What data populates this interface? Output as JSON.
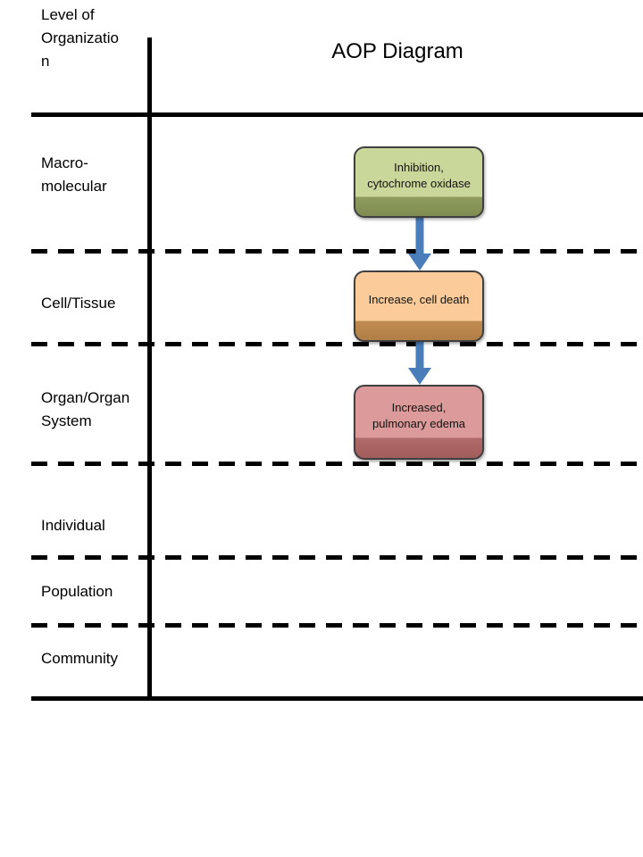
{
  "diagram": {
    "title": "AOP Diagram",
    "axis_header": "Level of Organizatio\nn",
    "rows": [
      {
        "id": "macro-molecular",
        "label": "Macro-\nmolecular"
      },
      {
        "id": "cell-tissue",
        "label": "Cell/Tissue"
      },
      {
        "id": "organ-system",
        "label": "Organ/Organ\nSystem"
      },
      {
        "id": "individual",
        "label": "Individual"
      },
      {
        "id": "population",
        "label": "Population"
      },
      {
        "id": "community",
        "label": "Community"
      }
    ],
    "nodes": [
      {
        "id": "molecular-initiating-event",
        "label": "Inhibition,\ncytochrome oxidase",
        "row": "macro-molecular",
        "color": "#c9d79a"
      },
      {
        "id": "key-event-cell-death",
        "label": "Increase, cell death",
        "row": "cell-tissue",
        "color": "#fbcc9a"
      },
      {
        "id": "adverse-outcome-pulmonary-edema",
        "label": "Increased,\npulmonary edema",
        "row": "organ-system",
        "color": "#dd9a9a"
      }
    ],
    "arrows": [
      {
        "id": "arrow-1",
        "from": "molecular-initiating-event",
        "to": "key-event-cell-death",
        "color": "#4a7ebb"
      },
      {
        "id": "arrow-2",
        "from": "key-event-cell-death",
        "to": "adverse-outcome-pulmonary-edema",
        "color": "#4a7ebb"
      }
    ]
  }
}
